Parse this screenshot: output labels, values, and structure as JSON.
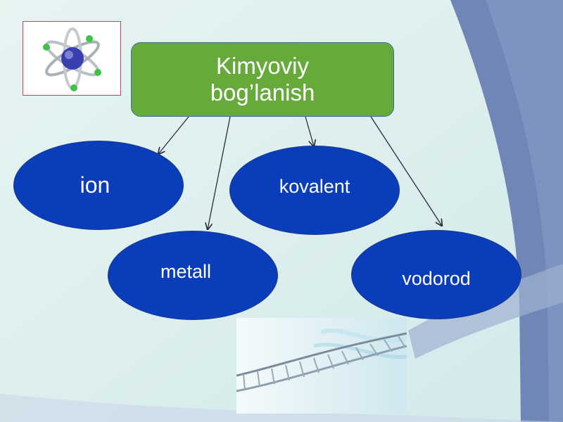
{
  "title": {
    "line1": "Kimyoviy",
    "line2": "bog’lanish"
  },
  "bonds": [
    {
      "label": "ion"
    },
    {
      "label": "kovalent"
    },
    {
      "label": "metall"
    },
    {
      "label": "vodorod"
    }
  ],
  "images": {
    "atom": "atom-icon",
    "dna": "dna-helix-image"
  },
  "colors": {
    "title_fill": "#66ab3a",
    "ellipse_fill": "#0a3dba",
    "background": "#dcefee",
    "accent": "#6e86b6"
  }
}
